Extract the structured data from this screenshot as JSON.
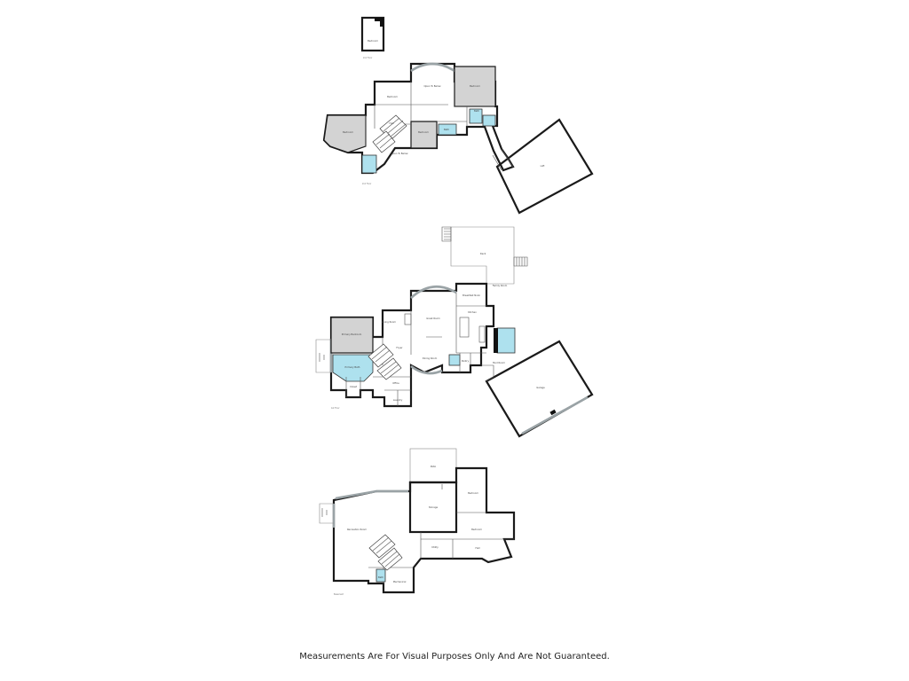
{
  "disclaimer": "Measurements Are For Visual Purposes Only And Are Not Guaranteed.",
  "colors": {
    "wall": "#1a1a1a",
    "gray_room": "#d3d3d3",
    "bath_blue": "#aee1ee",
    "window": "#9aa3a6",
    "background": "#ffffff"
  },
  "floors": {
    "upper": {
      "floor_label": "2nd Floor",
      "rooms": {
        "detached": "Bedroom",
        "bedroom_w": "Bedroom",
        "bedroom_nw": "Bedroom",
        "open_to_below": "Open To Below",
        "bedroom_ne": "Bedroom",
        "bedroom_c": "Bedroom",
        "bath_c": "Bath",
        "bath_ne": "Bath",
        "loft": "Loft",
        "hall": "Hall",
        "stair_landing": "Open To Below"
      }
    },
    "main": {
      "floor_label": "1st Floor",
      "rooms": {
        "deck": "Deck",
        "breakfast": "Breakfast Nook",
        "family": "Family Room",
        "living": "Living Room",
        "kitchen": "Kitchen",
        "great_room": "Great Room",
        "primary_bedroom": "Primary Bedroom",
        "primary_bath": "Primary Bath",
        "dining": "Dining Room",
        "foyer": "Foyer",
        "office": "Office",
        "garage": "Garage",
        "laundry": "Laundry",
        "pantry": "Pantry",
        "mud": "Mud Room",
        "closet": "Closet"
      }
    },
    "lower": {
      "floor_label": "Basement",
      "rooms": {
        "patio": "Patio",
        "storage": "Storage",
        "bedroom_r": "Bedroom",
        "bedroom_r2": "Bedroom",
        "recreation": "Recreation Room",
        "utility": "Utility",
        "bath": "Bath",
        "mech": "Mechanical",
        "hall": "Hall"
      }
    }
  }
}
